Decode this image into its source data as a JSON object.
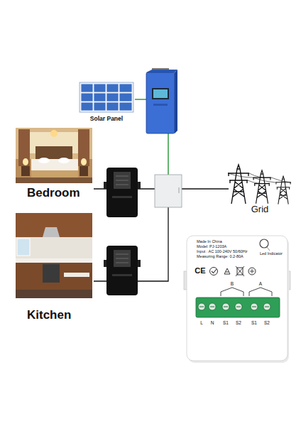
{
  "diagram": {
    "nodes": [
      {
        "text": [
          "Solar Panel"
        ]
      },
      {
        "text": [
          "Bedroom"
        ]
      },
      {
        "text": [
          "Kitchen"
        ]
      },
      {
        "text": [
          "Grid"
        ]
      },
      {
        "text": [
          "Made In China",
          "Model: PJ-1203A",
          "Input : AC 100-240V 50/60Hz",
          "Measuring Range: 0.2-80A",
          "Led Indicator"
        ]
      }
    ],
    "labels": [
      "CE",
      "B",
      "A",
      "L",
      "N",
      "S1",
      "S2",
      "S1",
      "S2"
    ]
  }
}
